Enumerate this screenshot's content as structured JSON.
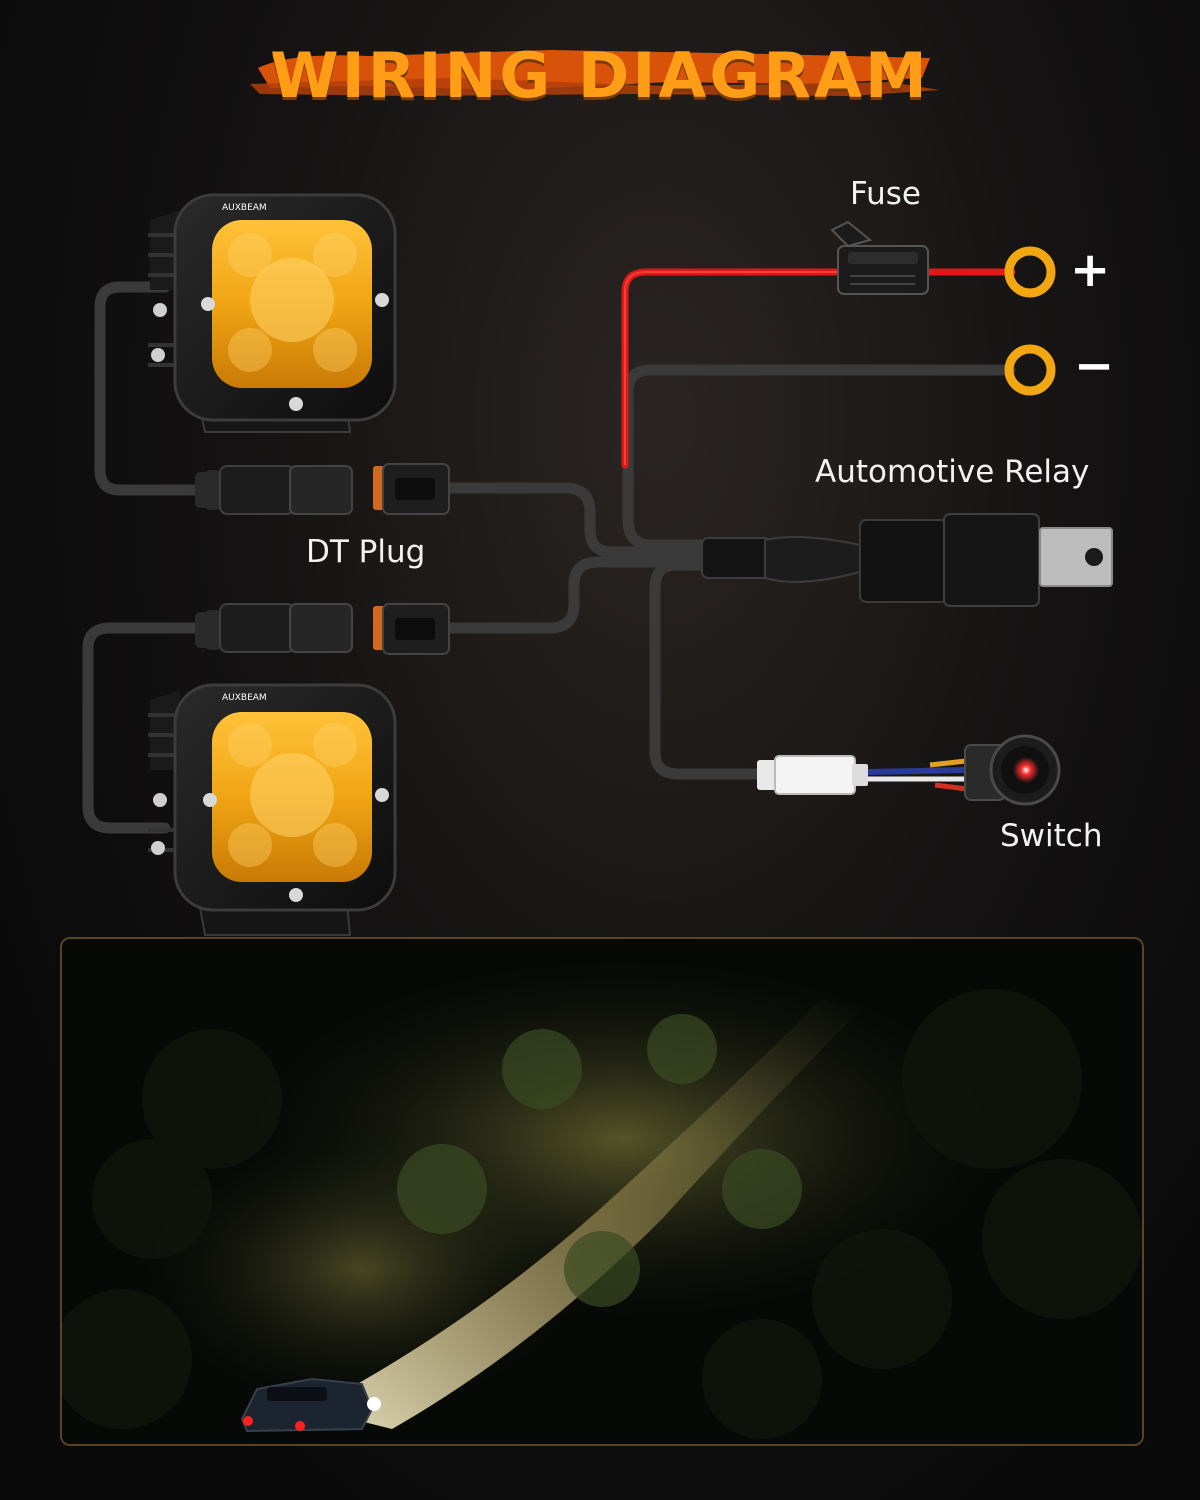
{
  "title": "WIRING DIAGRAM",
  "labels": {
    "fuse": "Fuse",
    "positive": "+",
    "negative": "−",
    "relay": "Automotive Relay",
    "dt_plug": "DT Plug",
    "switch": "Switch"
  },
  "brand": "AUXBEAM",
  "colors": {
    "title": "#ff9d17",
    "brush": "#e0560a",
    "wire_black": "#3a3a3a",
    "wire_red": "#e01818",
    "terminal": "#f2a712",
    "lens": "#f0a514",
    "switch_led": "#ff2e2e"
  },
  "scene": {
    "description_icon": "offroad-night-photo-icon"
  }
}
